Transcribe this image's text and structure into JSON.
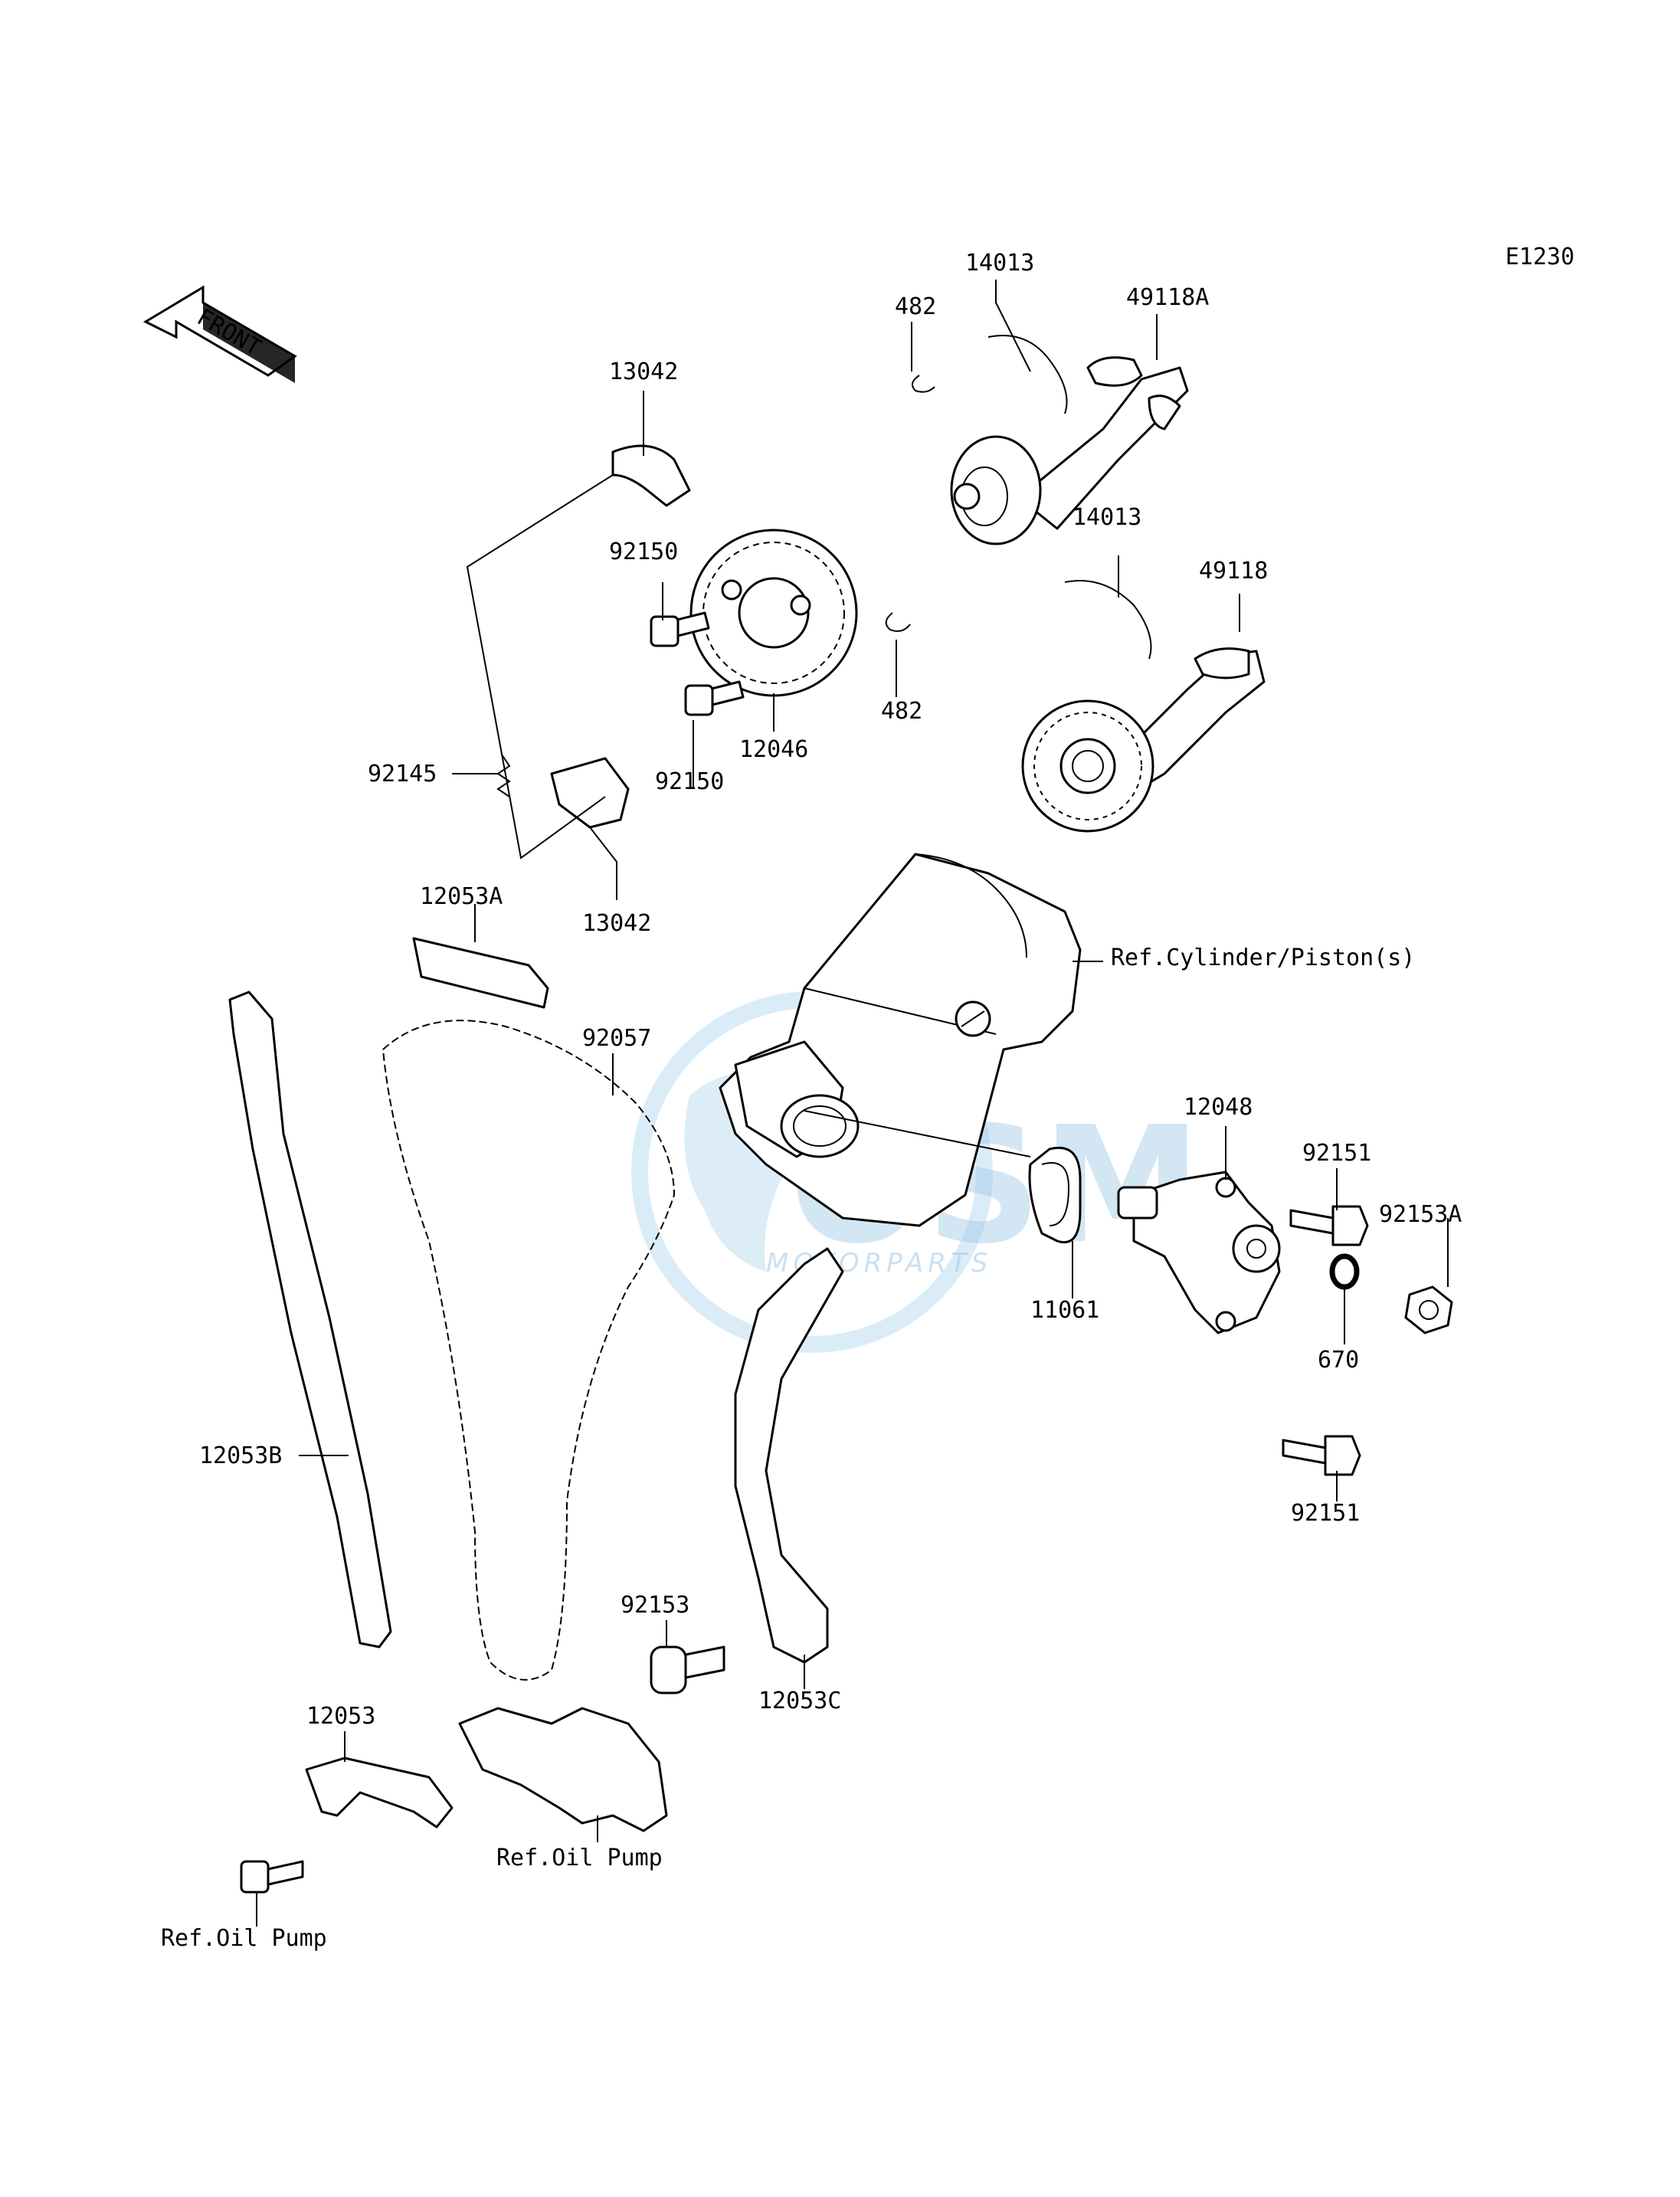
{
  "diagram_code": "E1230",
  "front_arrow_label": "FRONT",
  "watermark": {
    "brand": "OSM",
    "sub": "MOTORPARTS"
  },
  "parts": {
    "p13042_top": "13042",
    "p13042_bottom": "13042",
    "p14013_top": "14013",
    "p14013_bottom": "14013",
    "p482_top": "482",
    "p482_bottom": "482",
    "p49118A": "49118A",
    "p49118": "49118",
    "p92150_top": "92150",
    "p92150_bottom": "92150",
    "p12046": "12046",
    "p92145": "92145",
    "p12053A": "12053A",
    "p92057": "92057",
    "p12053B": "12053B",
    "p12048": "12048",
    "p92151_top": "92151",
    "p92151_bottom": "92151",
    "p92153A": "92153A",
    "p11061": "11061",
    "p670": "670",
    "p92153": "92153",
    "p12053C": "12053C",
    "p12053": "12053"
  },
  "references": {
    "cylinder": "Ref.Cylinder/Piston(s)",
    "oil_pump_1": "Ref.Oil Pump",
    "oil_pump_2": "Ref.Oil Pump"
  }
}
